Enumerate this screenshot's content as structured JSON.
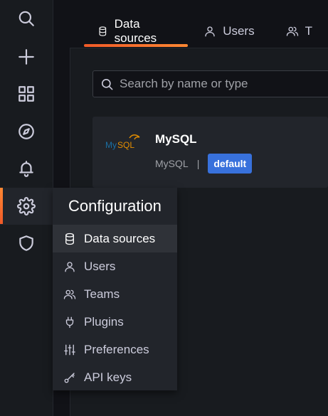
{
  "sidebar": {
    "items": [
      {
        "name": "search-icon"
      },
      {
        "name": "plus-icon"
      },
      {
        "name": "dashboards-icon"
      },
      {
        "name": "explore-icon"
      },
      {
        "name": "alerting-bell-icon"
      },
      {
        "name": "configuration-gear-icon",
        "active": true
      },
      {
        "name": "shield-icon"
      }
    ],
    "accent": "#f05a28"
  },
  "tabs": [
    {
      "label": "Data sources",
      "icon": "database-icon",
      "active": true
    },
    {
      "label": "Users",
      "icon": "user-icon"
    },
    {
      "label": "T",
      "icon": "teams-icon"
    }
  ],
  "search": {
    "placeholder": "Search by name or type"
  },
  "datasource": {
    "name": "MySQL",
    "type": "MySQL",
    "separator": "|",
    "badge": "default",
    "logo_text": "MySQL"
  },
  "config_menu": {
    "title": "Configuration",
    "items": [
      {
        "label": "Data sources",
        "icon": "database-icon",
        "active": true
      },
      {
        "label": "Users",
        "icon": "user-icon"
      },
      {
        "label": "Teams",
        "icon": "teams-icon"
      },
      {
        "label": "Plugins",
        "icon": "plug-icon"
      },
      {
        "label": "Preferences",
        "icon": "sliders-icon"
      },
      {
        "label": "API keys",
        "icon": "key-icon"
      }
    ]
  },
  "colors": {
    "badge": "#3871dc",
    "background": "#111217",
    "panel": "#181b1f"
  }
}
